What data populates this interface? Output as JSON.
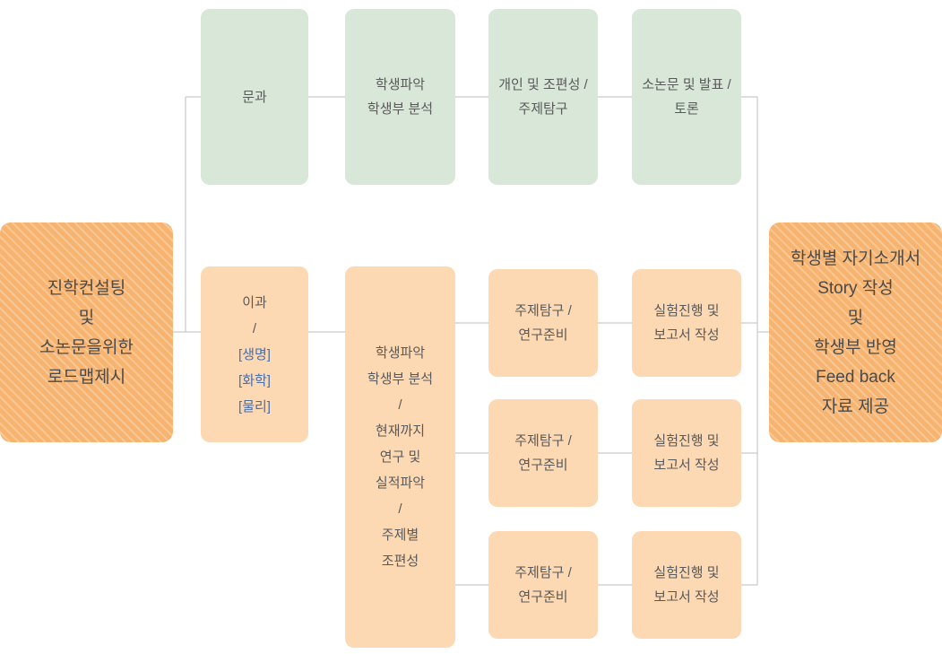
{
  "diagram": {
    "title_hint": "진학컨설팅 로드맵",
    "left_box": {
      "text": "진학컨설팅\n및\n소논문을위한\n로드맵제시"
    },
    "right_box": {
      "text": "학생별 자기소개서\nStory 작성\n및\n학생부 반영\nFeed back\n자료 제공"
    },
    "track_liberal": {
      "label": "문과",
      "steps": [
        "학생파악\n학생부 분석",
        "개인 및 조편성 /\n주제탐구",
        "소논문 및 발표 /\n토론"
      ]
    },
    "track_science": {
      "label": "이과\n/",
      "subjects": "[생명]\n[화학]\n[물리]",
      "analysis": "학생파악\n학생부 분석\n/\n현재까지\n연구 및\n실적파악\n/\n주제별\n조편성",
      "rows": [
        {
          "explore": "주제탐구 /\n연구준비",
          "experiment": "실험진행 및\n보고서 작성"
        },
        {
          "explore": "주제탐구 /\n연구준비",
          "experiment": "실험진행 및\n보고서 작성"
        },
        {
          "explore": "주제탐구 /\n연구준비",
          "experiment": "실험진행 및\n보고서 작성"
        }
      ]
    },
    "colors": {
      "green_box": "#d8e7d8",
      "peach_box": "#fcd9b3",
      "striped_orange_box": "#f7b470",
      "connector_line": "#c9c9c9",
      "text": "#595959",
      "subject_blue": "#4a6da7"
    }
  }
}
